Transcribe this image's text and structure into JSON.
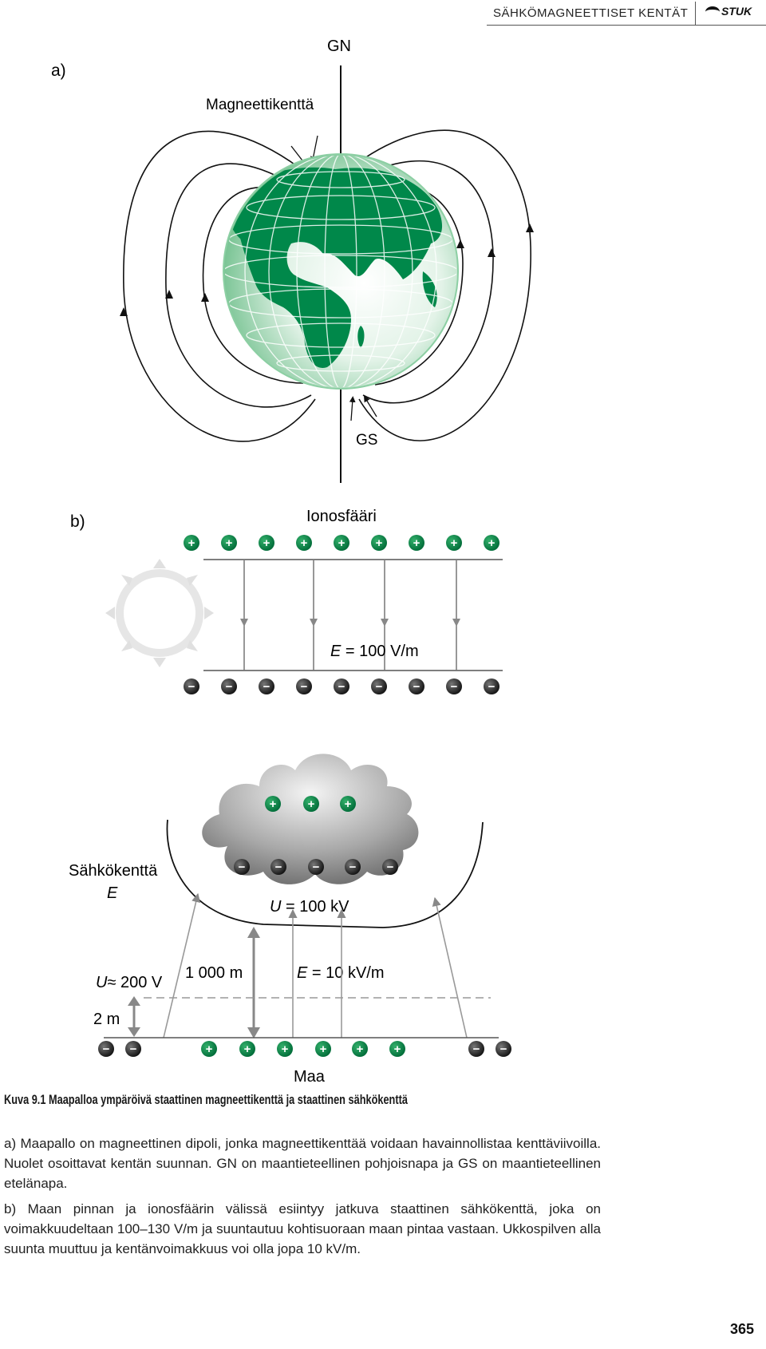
{
  "header": {
    "title": "SÄHKÖMAGNEETTISET KENTÄT",
    "logo": "STUK"
  },
  "figure_a": {
    "label": "a)",
    "north": "GN",
    "south": "GS",
    "field_label": "Magneettikenttä"
  },
  "figure_b": {
    "label": "b)",
    "ionosphere_label": "Ionosfääri",
    "field_e": "E",
    "field_rest": " = 100 V/m",
    "plus_sign": "+",
    "minus_sign": "−"
  },
  "figure_c": {
    "field_title": "Sähkökenttä",
    "field_symbol": "E",
    "cloud_u_symbol": "U",
    "cloud_u_rest": " = 100 kV",
    "ground_u_symbol": "U",
    "ground_u_rest": "≈ 200 V",
    "height_label": "1 000 m",
    "ground_e_symbol": "E",
    "ground_e_rest": " = 10 kV/m",
    "two_m": "2 m",
    "ground_label": "Maa"
  },
  "caption": "Kuva 9.1 Maapalloa ympäröivä staattinen magneettikenttä ja staattinen sähkökenttä",
  "paragraph_a": "a) Maapallo on magneettinen dipoli, jonka magneettikenttää voidaan havainnollistaa kenttäviivoilla. Nuolet osoittavat kentän suunnan. GN on maantieteellinen pohjoisnapa ja GS on maantieteellinen etelänapa.",
  "paragraph_b": "b) Maan pinnan ja ionosfäärin välissä esiintyy jatkuva staattinen sähkökenttä, joka on voimakkuudeltaan 100–130 V/m ja suuntautuu kohtisuoraan maan pintaa vastaan. Ukkospilven alla suunta muuttuu ja kentänvoimakkuus voi olla jopa 10 kV/m.",
  "page_number": "365",
  "colors": {
    "accent_green": "#00884a",
    "globe_light": "#e8f5ec",
    "cloud_grey": "#7a7a7a"
  }
}
